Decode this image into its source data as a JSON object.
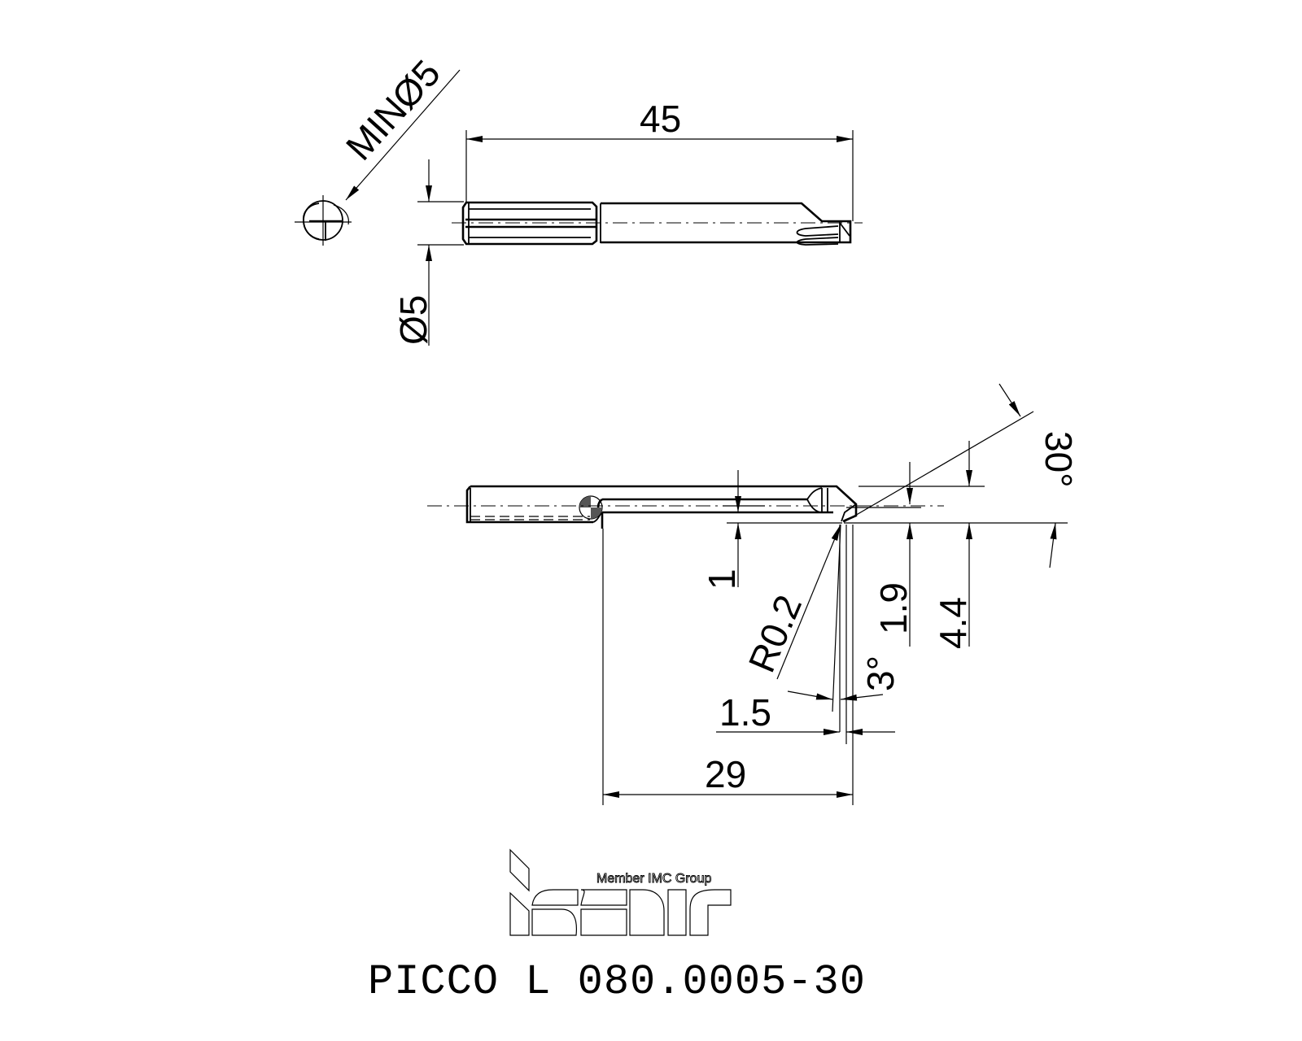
{
  "drawing": {
    "type": "technical-drawing",
    "subject": "boring tool insert",
    "top_view": {
      "dimensions": {
        "overall_length": "45",
        "shank_diameter": "Ø5",
        "min_bore_diameter": "MINØ5"
      }
    },
    "side_view": {
      "dimensions": {
        "angle_top": "30°",
        "angle_bottom": "3°",
        "height_1": "1",
        "height_1_9": "1.9",
        "height_4_4": "4.4",
        "corner_radius": "R0.2",
        "width_1_5": "1.5",
        "reach_length": "29"
      }
    }
  },
  "logo": {
    "brand": "iscar",
    "tagline": "Member IMC Group"
  },
  "title": {
    "part_number": "PICCO L 080.0005-30"
  },
  "colors": {
    "line": "#000000",
    "background": "#ffffff"
  }
}
